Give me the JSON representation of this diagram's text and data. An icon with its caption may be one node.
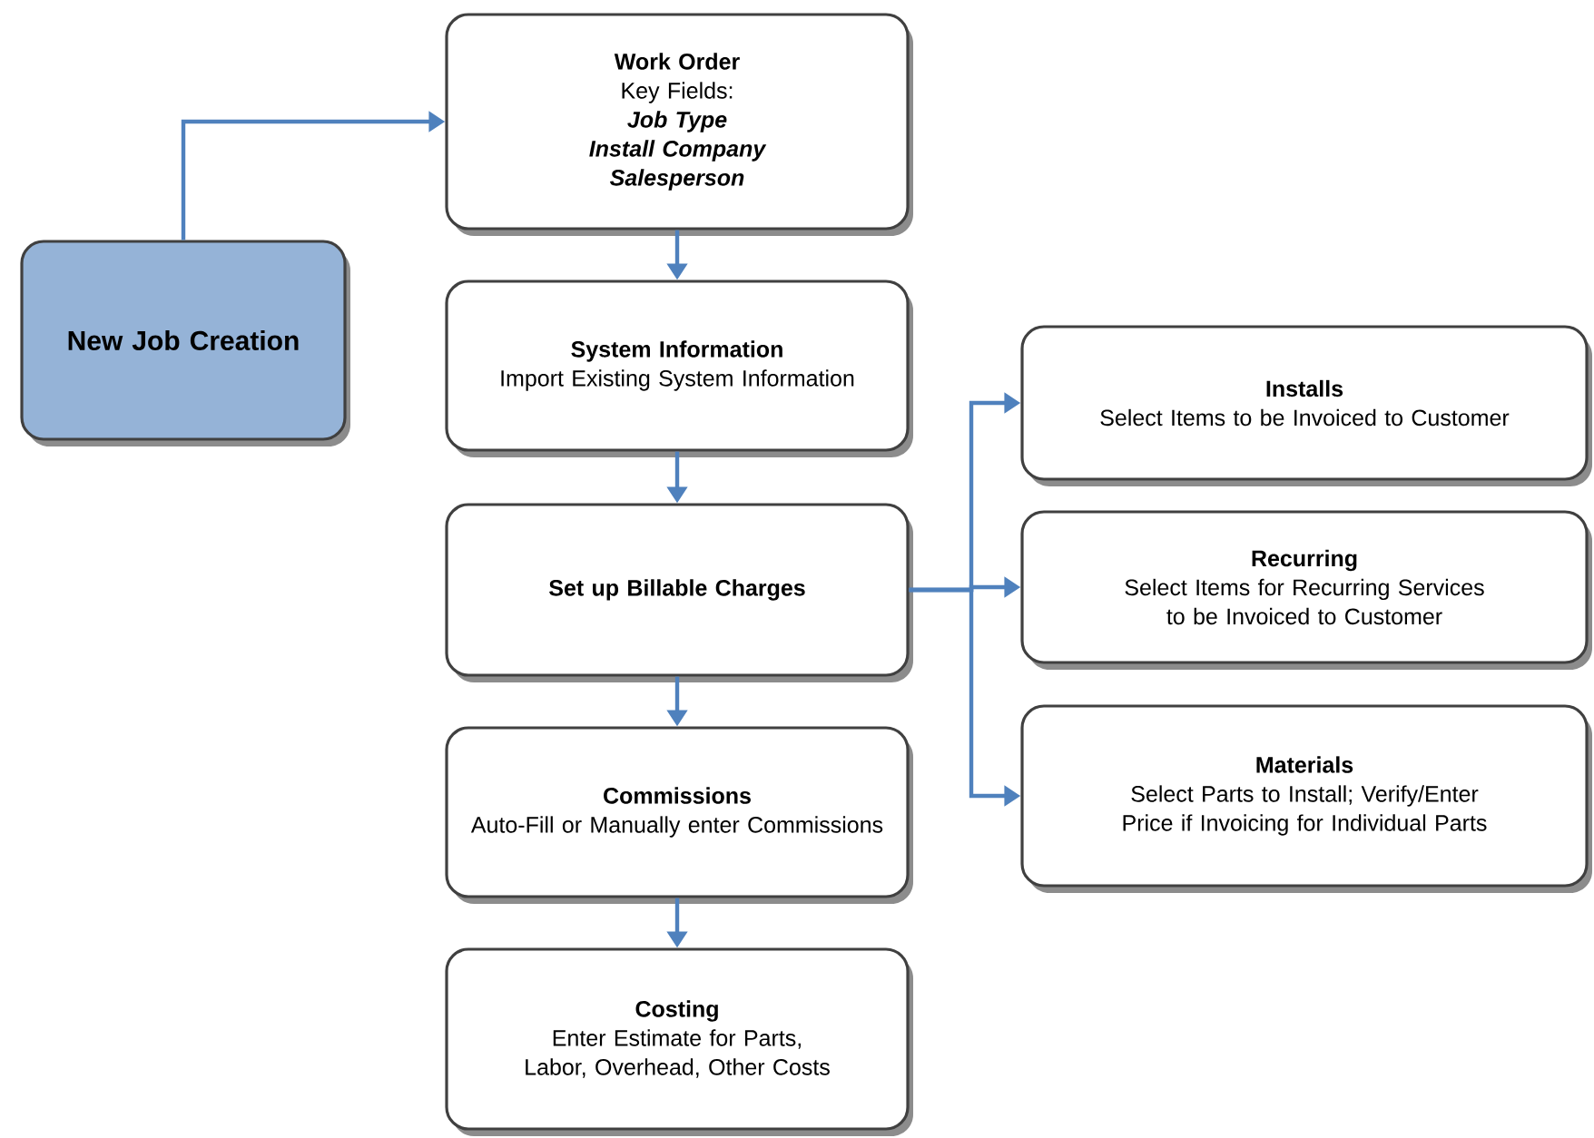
{
  "diagram": {
    "nodes": [
      {
        "text": [
          "New Job Creation"
        ]
      },
      {
        "text": [
          "Work Order",
          "Key Fields:",
          "Job Type",
          "Install Company",
          "Salesperson"
        ]
      },
      {
        "text": [
          "System Information",
          "Import Existing System Information"
        ]
      },
      {
        "text": [
          "Set up Billable Charges"
        ]
      },
      {
        "text": [
          "Commissions",
          "Auto-Fill or Manually enter Commissions"
        ]
      },
      {
        "text": [
          "Costing",
          "Enter Estimate for Parts, Labor, Overhead, Other Costs"
        ]
      },
      {
        "text": [
          "Installs",
          "Select Items to be Invoiced to Customer"
        ]
      },
      {
        "text": [
          "Recurring",
          "Select Items for Recurring Services to be Invoiced to Customer"
        ]
      },
      {
        "text": [
          "Materials",
          "Select Parts to Install; Verify/Enter Price if Invoicing for Individual Parts"
        ]
      }
    ],
    "edges": [
      {
        "from": 0,
        "to": 1,
        "arrow": "to"
      },
      {
        "from": 1,
        "to": 2,
        "arrow": "to"
      },
      {
        "from": 2,
        "to": 3,
        "arrow": "to"
      },
      {
        "from": 3,
        "to": 4,
        "arrow": "to"
      },
      {
        "from": 4,
        "to": 5,
        "arrow": "to"
      },
      {
        "from": 3,
        "to": 6,
        "arrow": "to"
      },
      {
        "from": 3,
        "to": 7,
        "arrow": "to"
      },
      {
        "from": 3,
        "to": 8,
        "arrow": "to"
      }
    ]
  }
}
